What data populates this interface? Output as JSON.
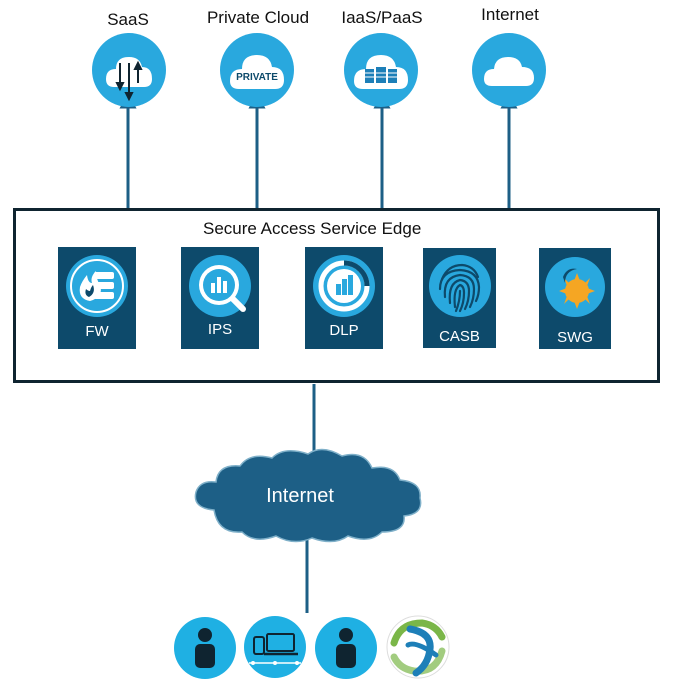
{
  "clouds": {
    "saas": {
      "label": "SaaS"
    },
    "private": {
      "label": "Private Cloud",
      "badge": "PRIVATE"
    },
    "iaas": {
      "label": "IaaS/PaaS"
    },
    "internet": {
      "label": "Internet"
    }
  },
  "sase": {
    "title": "Secure Access Service Edge",
    "services": [
      {
        "label": "FW",
        "icon": "firewall-icon"
      },
      {
        "label": "IPS",
        "icon": "ips-icon"
      },
      {
        "label": "DLP",
        "icon": "dlp-icon"
      },
      {
        "label": "CASB",
        "icon": "fingerprint-icon"
      },
      {
        "label": "SWG",
        "icon": "gateway-icon"
      }
    ]
  },
  "internet_cloud": {
    "label": "Internet"
  },
  "endpoints": [
    {
      "icon": "user-icon"
    },
    {
      "icon": "devices-icon"
    },
    {
      "icon": "user-icon"
    },
    {
      "icon": "vpn-client-icon"
    }
  ],
  "colors": {
    "cloud_blue": "#29a8de",
    "tile_navy": "#0d4a6b",
    "internet_cloud": "#1d5f86",
    "line": "#1d5f86",
    "endpoint_blue": "#1fb0e3"
  }
}
